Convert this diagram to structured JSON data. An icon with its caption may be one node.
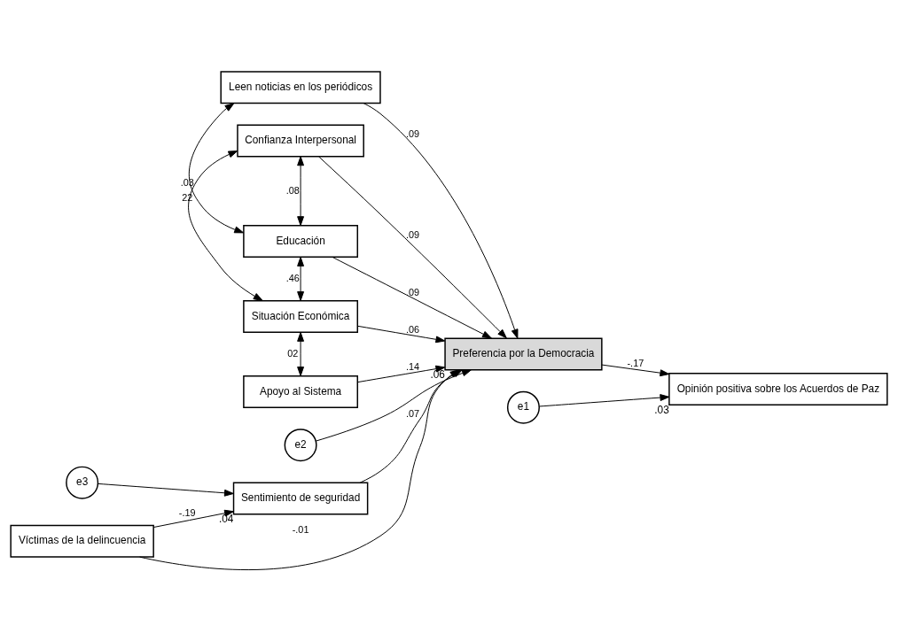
{
  "diagram": {
    "nodes": [
      {
        "text": [
          "Leen noticias en los periódicos"
        ]
      },
      {
        "text": [
          "Confianza Interpersonal"
        ]
      },
      {
        "text": [
          "Educación"
        ]
      },
      {
        "text": [
          "Situación Económica"
        ]
      },
      {
        "text": [
          "Apoyo al Sistema"
        ]
      },
      {
        "text": [
          "e2"
        ]
      },
      {
        "text": [
          "Preferencia por la Democracia"
        ],
        "beside": [
          ".06"
        ]
      },
      {
        "text": [
          "e1"
        ]
      },
      {
        "text": [
          "Opinión positiva sobre los Acuerdos de Paz"
        ],
        "beside": [
          ".03"
        ]
      },
      {
        "text": [
          "e3"
        ]
      },
      {
        "text": [
          "Sentimiento de seguridad"
        ],
        "beside": [
          ".04"
        ]
      },
      {
        "text": [
          "Víctimas de la delincuencia"
        ]
      }
    ],
    "edges": [
      {
        "from": 0,
        "to": 6,
        "arrow": "to",
        "label": ".09"
      },
      {
        "from": 1,
        "to": 6,
        "arrow": "to",
        "label": ".09"
      },
      {
        "from": 2,
        "to": 6,
        "arrow": "to",
        "label": ".09"
      },
      {
        "from": 3,
        "to": 6,
        "arrow": "to",
        "label": ".06"
      },
      {
        "from": 4,
        "to": 6,
        "arrow": "to",
        "label": ".14"
      },
      {
        "from": 5,
        "to": 6,
        "arrow": "to"
      },
      {
        "from": 6,
        "to": 8,
        "arrow": "to",
        "label": "-.17"
      },
      {
        "from": 7,
        "to": 8,
        "arrow": "to"
      },
      {
        "from": 9,
        "to": 10,
        "arrow": "to"
      },
      {
        "from": 10,
        "to": 6,
        "arrow": "to",
        "label": ".07"
      },
      {
        "from": 11,
        "to": 6,
        "arrow": "to",
        "label": "-.01"
      },
      {
        "from": 11,
        "to": 10,
        "arrow": "to",
        "label": "-.19"
      },
      {
        "from": 0,
        "to": 2,
        "arrow": "both",
        "label": "22"
      },
      {
        "from": 1,
        "to": 2,
        "arrow": "both",
        "label": ".08"
      },
      {
        "from": 1,
        "to": 3,
        "arrow": "both",
        "label": ".03"
      },
      {
        "from": 2,
        "to": 3,
        "arrow": "both",
        "label": ".46"
      },
      {
        "from": 3,
        "to": 4,
        "arrow": "both",
        "label": "02"
      }
    ]
  }
}
